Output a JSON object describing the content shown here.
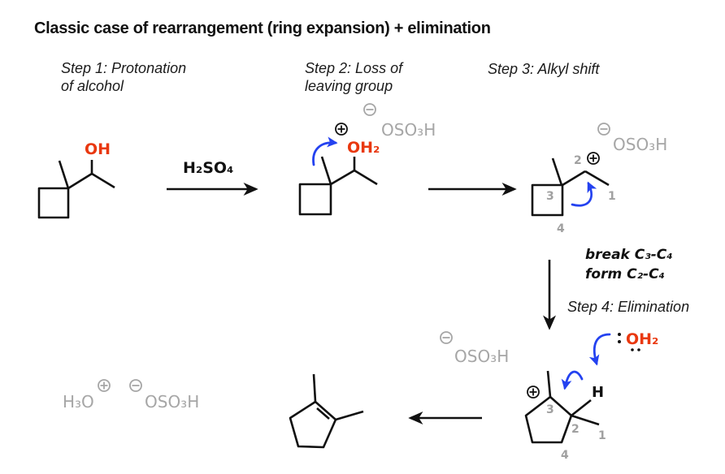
{
  "title": "Classic case of rearrangement (ring expansion) + elimination",
  "step_labels": {
    "step1_line1": "Step 1: Protonation",
    "step1_line2": "of alcohol",
    "step2_line1": "Step 2: Loss of",
    "step2_line2": "leaving group",
    "step3": "Step 3: Alkyl shift",
    "step4": "Step 4: Elimination"
  },
  "annotations": {
    "break_bond": "break C₃-C₄",
    "form_bond": "form C₂-C₄"
  },
  "species": {
    "reagent_h2so4": "H₂SO₄",
    "hydroxyl": "OH",
    "protonated_water": "OH₂",
    "water_nucleophile": "OH₂",
    "hydrogen": "H",
    "bisulfate": "OSO₃H",
    "hydronium": "H₃O"
  },
  "carbon_numbers": {
    "c1": "1",
    "c2": "2",
    "c3": "3",
    "c4": "4"
  },
  "icons": {
    "plus_charge": "circled-plus",
    "minus_charge": "circled-minus",
    "curved_arrow": "electron-pushing-arrow",
    "lone_pair": "electron-dots"
  },
  "colors": {
    "heteroatom_red": "#e9380f",
    "arrow_blue": "#2442f0",
    "spectator_gray": "#a6a6a6",
    "structure_black": "#111111"
  }
}
